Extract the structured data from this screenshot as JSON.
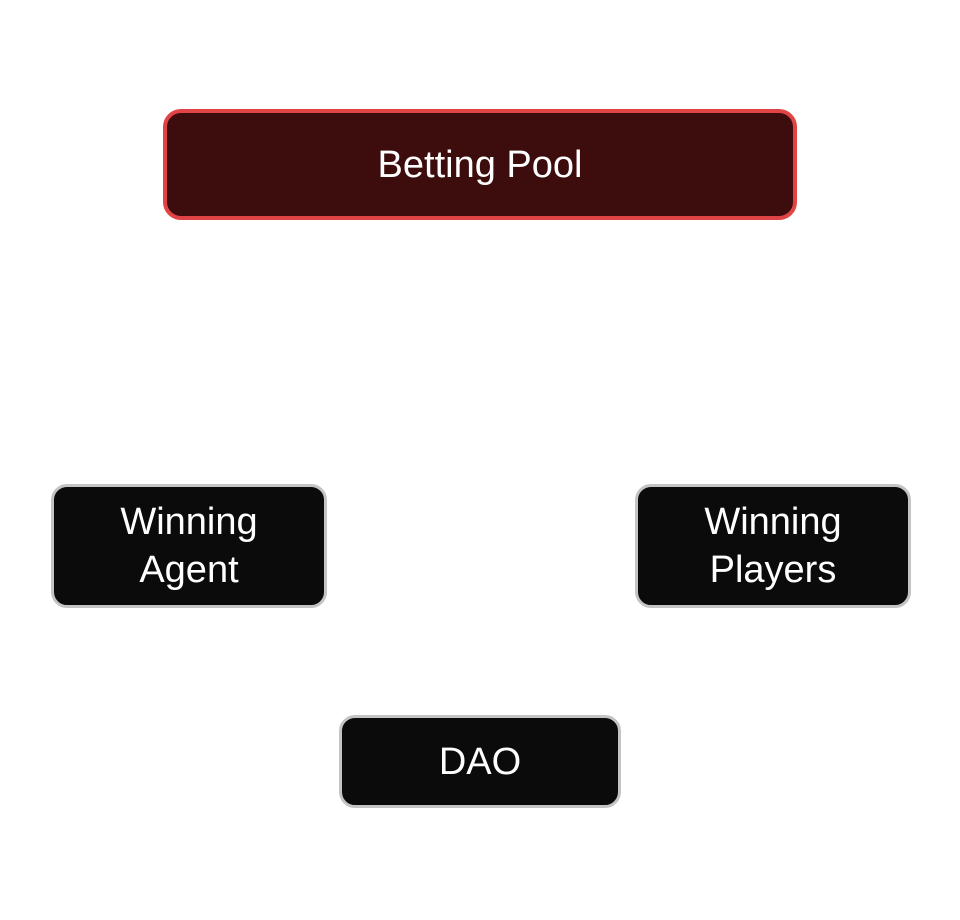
{
  "diagram": {
    "nodes": {
      "betting_pool": {
        "label": "Betting Pool"
      },
      "winning_agent": {
        "line1": "Winning",
        "line2": "Agent"
      },
      "winning_players": {
        "line1": "Winning",
        "line2": "Players"
      },
      "dao": {
        "label": "DAO"
      }
    },
    "colors": {
      "pool_fill": "#3d0c0c",
      "pool_border": "#e04444",
      "node_fill": "#0b0b0b",
      "node_border": "#c4c4c4",
      "text": "#ffffff"
    }
  }
}
